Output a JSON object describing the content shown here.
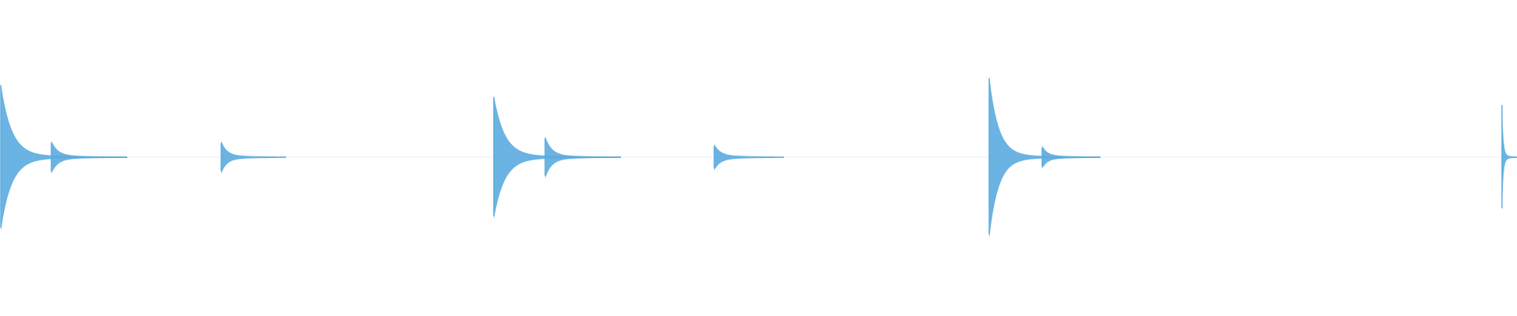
{
  "waveform": {
    "color": "#5aabdf",
    "background": "#ffffff",
    "duration_s": 1920,
    "hits": [
      {
        "t": 0,
        "amp": 0.91,
        "tail": 160
      },
      {
        "t": 64,
        "amp": 0.18,
        "tail": 96
      },
      {
        "t": 279,
        "amp": 0.18,
        "tail": 82
      },
      {
        "t": 624,
        "amp": 0.76,
        "tail": 160
      },
      {
        "t": 689,
        "amp": 0.24,
        "tail": 96
      },
      {
        "t": 903,
        "amp": 0.14,
        "tail": 88
      },
      {
        "t": 1251,
        "amp": 1.0,
        "tail": 140
      },
      {
        "t": 1318,
        "amp": 0.12,
        "tail": 74
      },
      {
        "t": 1900,
        "amp": 0.66,
        "tail": 20
      }
    ]
  }
}
